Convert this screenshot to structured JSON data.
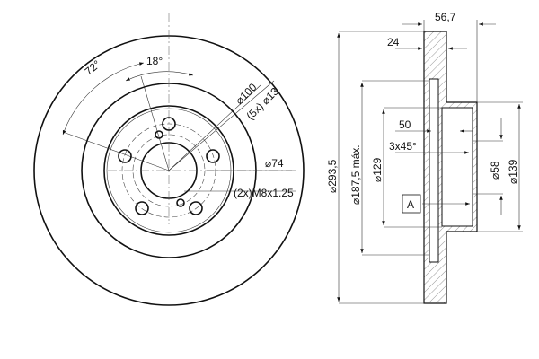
{
  "front_view": {
    "angle_72": "72°",
    "angle_18": "18°",
    "dia_100": "⌀100",
    "holes_13": "(5x) ⌀13",
    "dia_74": "⌀74",
    "thread": "(2x)M8x1.25"
  },
  "side_view": {
    "width_56_7": "56,7",
    "thickness_24": "24",
    "dia_293_5": "⌀293,5",
    "dia_187_5": "⌀187,5 máx.",
    "dia_129": "⌀129",
    "depth_50": "50",
    "chamfer": "3x45°",
    "dia_58": "⌀58",
    "dia_139": "⌀139",
    "datum": "A"
  }
}
